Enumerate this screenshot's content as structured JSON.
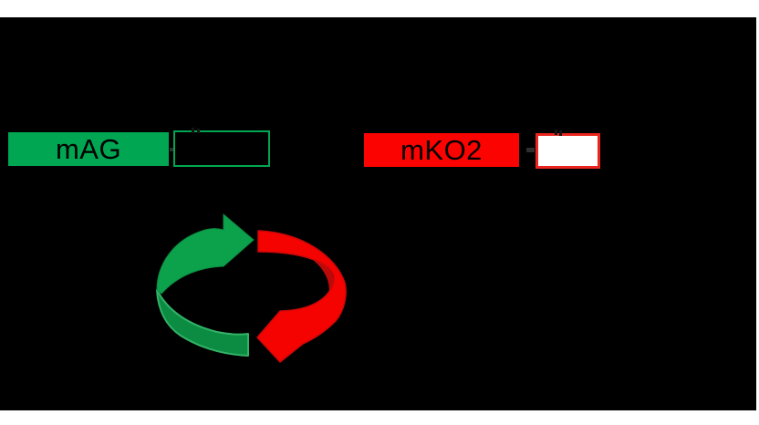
{
  "colors": {
    "page": "#FFFFFF",
    "panel": "#000000",
    "ink": "#000000",
    "green": "#00A651",
    "green-arrow": "#0CA24C",
    "green-front": "#0B8C42",
    "green-edge": "#31B266",
    "green-stroke": "#0B8B40",
    "red": "#FB0300",
    "red-border": "#E8251F",
    "red-arrow": "#F40300",
    "red-dark": "#C90808",
    "red-face": "#BC0A0A",
    "mark": "#2E2E2E"
  },
  "constructs": [
    {
      "id": "mag",
      "label": "mAG",
      "fill": "#00A651",
      "connector": "-",
      "linked_box": {
        "fill": "transparent",
        "border": "#00A651"
      }
    },
    {
      "id": "mko2",
      "label": "mKO2",
      "fill": "#FB0300",
      "connector": "-",
      "linked_box": {
        "fill": "#FFFFFF",
        "border": "#E8251F"
      }
    }
  ],
  "cycle": {
    "direction": "clockwise",
    "icons": {
      "green": "green-cycle-arrow-icon",
      "red": "red-cycle-arrow-icon"
    },
    "green_color": "#0CA24C",
    "red_color": "#F40300"
  }
}
